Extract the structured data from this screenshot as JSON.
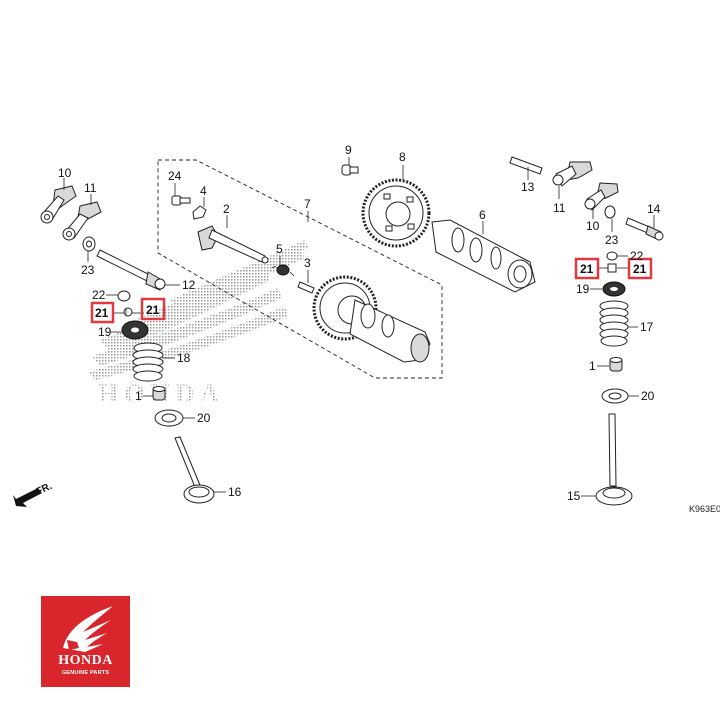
{
  "diagram": {
    "title": "Honda camshaft / valve train parts diagram",
    "diagram_code": "K963E0",
    "front_indicator": "FR.",
    "watermark_text": "HONDA",
    "highlight_color": "#e03a3e",
    "callouts": {
      "p1_left": "1",
      "p1_right": "1",
      "p2": "2",
      "p3": "3",
      "p4": "4",
      "p5": "5",
      "p6": "6",
      "p7": "7",
      "p8": "8",
      "p9": "9",
      "p10_left": "10",
      "p10_right": "10",
      "p11_left": "11",
      "p11_right": "11",
      "p12": "12",
      "p13": "13",
      "p14": "14",
      "p15": "15",
      "p16": "16",
      "p17": "17",
      "p18": "18",
      "p19_left": "19",
      "p19_right": "19",
      "p20_left": "20",
      "p20_right": "20",
      "p21_left_a": "21",
      "p21_left_b": "21",
      "p21_right_a": "21",
      "p21_right_b": "21",
      "p22_left": "22",
      "p22_right": "22",
      "p23_left": "23",
      "p23_right": "23",
      "p24": "24"
    }
  },
  "logo": {
    "brand": "HONDA",
    "subtitle": "GENUINE PARTS",
    "background_color": "#d8262c"
  }
}
